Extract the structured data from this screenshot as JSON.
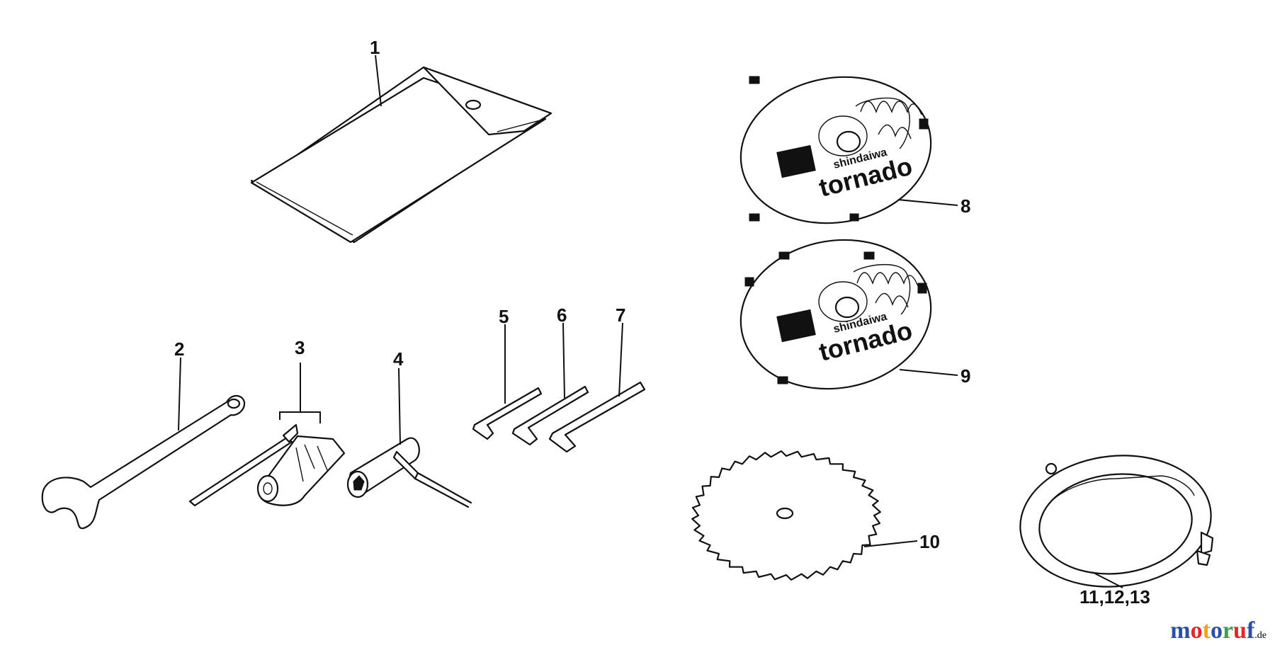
{
  "callouts": {
    "c1": "1",
    "c2": "2",
    "c3": "3",
    "c4": "4",
    "c5": "5",
    "c6": "6",
    "c7": "7",
    "c8": "8",
    "c9": "9",
    "c10": "10",
    "c11": "11,12,13"
  },
  "blade_logo": {
    "small": "shindaiwa",
    "big": "tornado"
  },
  "watermark": {
    "letters": [
      "m",
      "o",
      "t",
      "o",
      "r",
      "u",
      "f"
    ],
    "letter_colors": [
      "#2b4fa8",
      "#e3262c",
      "#f3a11b",
      "#2b4fa8",
      "#3aa14a",
      "#e3262c",
      "#2b4fa8"
    ],
    "suffix": ".de"
  }
}
